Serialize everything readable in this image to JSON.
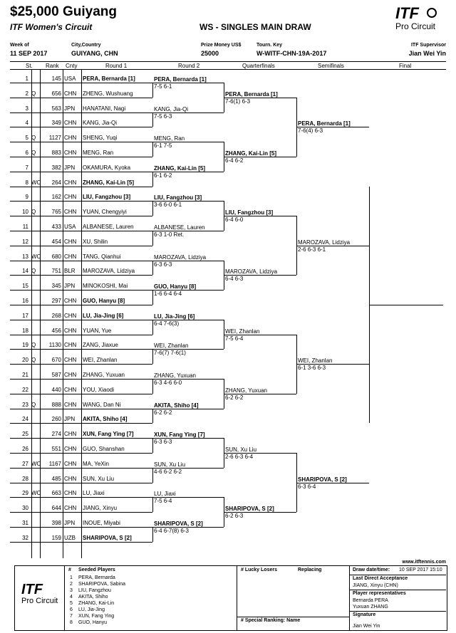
{
  "header": {
    "title": "$25,000 Guiyang",
    "subtitle": "ITF Women's Circuit",
    "draw_title": "WS - SINGLES MAIN DRAW",
    "logo_itf": "ITF",
    "logo_pc": "Pro Circuit",
    "week_of_label": "Week of",
    "week_of": "11 SEP 2017",
    "city_label": "City,Country",
    "city": "GUIYANG, CHN",
    "prize_label": "Prize Money US$",
    "prize": "25000",
    "key_label": "Tourn. Key",
    "key": "W-WITF-CHN-19A-2017",
    "supervisor_label": "ITF Supervisor",
    "supervisor": "Jian Wei Yin"
  },
  "columns": {
    "st": "St.",
    "rank": "Rank",
    "cnty": "Cnty",
    "r1": "Round 1",
    "r2": "Round 2",
    "qf": "Quarterfinals",
    "sf": "Semifinals",
    "final": "Final"
  },
  "players": [
    {
      "n": "1",
      "st": "",
      "rank": "145",
      "cnty": "USA",
      "name": "PERA, Bernarda [1]",
      "seed": true
    },
    {
      "n": "2",
      "st": "Q",
      "rank": "656",
      "cnty": "CHN",
      "name": "ZHENG, Wushuang",
      "seed": false
    },
    {
      "n": "3",
      "st": "",
      "rank": "563",
      "cnty": "JPN",
      "name": "HANATANI, Nagi",
      "seed": false
    },
    {
      "n": "4",
      "st": "",
      "rank": "349",
      "cnty": "CHN",
      "name": "KANG, Jia-Qi",
      "seed": false
    },
    {
      "n": "5",
      "st": "Q",
      "rank": "1127",
      "cnty": "CHN",
      "name": "SHENG, Yuqi",
      "seed": false
    },
    {
      "n": "6",
      "st": "Q",
      "rank": "883",
      "cnty": "CHN",
      "name": "MENG, Ran",
      "seed": false
    },
    {
      "n": "7",
      "st": "",
      "rank": "382",
      "cnty": "JPN",
      "name": "OKAMURA, Kyoka",
      "seed": false
    },
    {
      "n": "8",
      "st": "WC",
      "rank": "264",
      "cnty": "CHN",
      "name": "ZHANG, Kai-Lin [5]",
      "seed": true
    },
    {
      "n": "9",
      "st": "",
      "rank": "162",
      "cnty": "CHN",
      "name": "LIU, Fangzhou [3]",
      "seed": true
    },
    {
      "n": "10",
      "st": "Q",
      "rank": "765",
      "cnty": "CHN",
      "name": "YUAN, Chengyiyi",
      "seed": false
    },
    {
      "n": "11",
      "st": "",
      "rank": "433",
      "cnty": "USA",
      "name": "ALBANESE, Lauren",
      "seed": false
    },
    {
      "n": "12",
      "st": "",
      "rank": "454",
      "cnty": "CHN",
      "name": "XU, Shilin",
      "seed": false
    },
    {
      "n": "13",
      "st": "WC",
      "rank": "680",
      "cnty": "CHN",
      "name": "TANG, Qianhui",
      "seed": false
    },
    {
      "n": "14",
      "st": "Q",
      "rank": "751",
      "cnty": "BLR",
      "name": "MAROZAVA, Lidziya",
      "seed": false
    },
    {
      "n": "15",
      "st": "",
      "rank": "345",
      "cnty": "JPN",
      "name": "MINOKOSHI, Mai",
      "seed": false
    },
    {
      "n": "16",
      "st": "",
      "rank": "297",
      "cnty": "CHN",
      "name": "GUO, Hanyu [8]",
      "seed": true
    },
    {
      "n": "17",
      "st": "",
      "rank": "268",
      "cnty": "CHN",
      "name": "LU, Jia-Jing [6]",
      "seed": true
    },
    {
      "n": "18",
      "st": "",
      "rank": "456",
      "cnty": "CHN",
      "name": "YUAN, Yue",
      "seed": false
    },
    {
      "n": "19",
      "st": "Q",
      "rank": "1130",
      "cnty": "CHN",
      "name": "ZANG, Jiaxue",
      "seed": false
    },
    {
      "n": "20",
      "st": "Q",
      "rank": "670",
      "cnty": "CHN",
      "name": "WEI, Zhanlan",
      "seed": false
    },
    {
      "n": "21",
      "st": "",
      "rank": "587",
      "cnty": "CHN",
      "name": "ZHANG, Yuxuan",
      "seed": false
    },
    {
      "n": "22",
      "st": "",
      "rank": "440",
      "cnty": "CHN",
      "name": "YOU, Xiaodi",
      "seed": false
    },
    {
      "n": "23",
      "st": "Q",
      "rank": "888",
      "cnty": "CHN",
      "name": "WANG, Dan Ni",
      "seed": false
    },
    {
      "n": "24",
      "st": "",
      "rank": "260",
      "cnty": "JPN",
      "name": "AKITA, Shiho [4]",
      "seed": true
    },
    {
      "n": "25",
      "st": "",
      "rank": "274",
      "cnty": "CHN",
      "name": "XUN, Fang Ying [7]",
      "seed": true
    },
    {
      "n": "26",
      "st": "",
      "rank": "551",
      "cnty": "CHN",
      "name": "GUO, Shanshan",
      "seed": false
    },
    {
      "n": "27",
      "st": "WC",
      "rank": "1167",
      "cnty": "CHN",
      "name": "MA, YeXin",
      "seed": false
    },
    {
      "n": "28",
      "st": "",
      "rank": "485",
      "cnty": "CHN",
      "name": "SUN, Xu Liu",
      "seed": false
    },
    {
      "n": "29",
      "st": "WC",
      "rank": "663",
      "cnty": "CHN",
      "name": "LU, Jiaxi",
      "seed": false
    },
    {
      "n": "30",
      "st": "",
      "rank": "644",
      "cnty": "CHN",
      "name": "JIANG, Xinyu",
      "seed": false
    },
    {
      "n": "31",
      "st": "",
      "rank": "398",
      "cnty": "JPN",
      "name": "INOUE, Miyabi",
      "seed": false
    },
    {
      "n": "32",
      "st": "",
      "rank": "159",
      "cnty": "UZB",
      "name": "SHARIPOVA, S [2]",
      "seed": true
    }
  ],
  "round2": [
    {
      "name": "PERA, Bernarda [1]",
      "score": "7-5 6-1",
      "seed": true
    },
    {
      "name": "KANG, Jia-Qi",
      "score": "7-5 6-3",
      "seed": false
    },
    {
      "name": "MENG, Ran",
      "score": "6-1 7-5",
      "seed": false
    },
    {
      "name": "ZHANG, Kai-Lin [5]",
      "score": "6-1 6-2",
      "seed": true
    },
    {
      "name": "LIU, Fangzhou [3]",
      "score": "3-6 6-0 6-1",
      "seed": true
    },
    {
      "name": "ALBANESE, Lauren",
      "score": "6-3 1-0 Ret.",
      "seed": false
    },
    {
      "name": "MAROZAVA, Lidziya",
      "score": "6-3 6-3",
      "seed": false
    },
    {
      "name": "GUO, Hanyu [8]",
      "score": "1-6 6-4 6-4",
      "seed": true
    },
    {
      "name": "LU, Jia-Jing [6]",
      "score": "6-4 7-6(3)",
      "seed": true
    },
    {
      "name": "WEI, Zhanlan",
      "score": "7-6(7) 7-6(1)",
      "seed": false
    },
    {
      "name": "ZHANG, Yuxuan",
      "score": "6-3 4-6 6-0",
      "seed": false
    },
    {
      "name": "AKITA, Shiho [4]",
      "score": "6-2 6-2",
      "seed": true
    },
    {
      "name": "XUN, Fang Ying [7]",
      "score": "6-3 6-3",
      "seed": true
    },
    {
      "name": "SUN, Xu Liu",
      "score": "4-6 6-2 6-2",
      "seed": false
    },
    {
      "name": "LU, Jiaxi",
      "score": "7-5 6-4",
      "seed": false
    },
    {
      "name": "SHARIPOVA, S [2]",
      "score": "6-4 6-7(8) 6-3",
      "seed": true
    }
  ],
  "quarterfinals": [
    {
      "name": "PERA, Bernarda [1]",
      "score": "7-6(1) 6-3",
      "seed": true
    },
    {
      "name": "ZHANG, Kai-Lin [5]",
      "score": "6-4 6-2",
      "seed": true
    },
    {
      "name": "LIU, Fangzhou [3]",
      "score": "6-4 6-0",
      "seed": true
    },
    {
      "name": "MAROZAVA, Lidziya",
      "score": "6-4 6-3",
      "seed": false
    },
    {
      "name": "WEI, Zhanlan",
      "score": "7-5 6-4",
      "seed": false
    },
    {
      "name": "ZHANG, Yuxuan",
      "score": "6-2 6-2",
      "seed": false
    },
    {
      "name": "SUN, Xu Liu",
      "score": "2-6 6-3 6-4",
      "seed": false
    },
    {
      "name": "SHARIPOVA, S [2]",
      "score": "6-2 6-3",
      "seed": true
    }
  ],
  "semifinals": [
    {
      "name": "PERA, Bernarda [1]",
      "score": "7-6(4) 6-3",
      "seed": true
    },
    {
      "name": "MAROZAVA, Lidziya",
      "score": "2-6 6-3 6-1",
      "seed": false
    },
    {
      "name": "WEI, Zhanlan",
      "score": "6-1 3-6 6-3",
      "seed": false
    },
    {
      "name": "SHARIPOVA, S [2]",
      "score": "6-3 6-4",
      "seed": true
    }
  ],
  "footer": {
    "website": "www.itftennis.com",
    "seeded_title": "Seeded Players",
    "hash": "#",
    "seeded": [
      {
        "n": "1",
        "name": "PERA, Bernarda"
      },
      {
        "n": "2",
        "name": "SHARIPOVA, Sabina"
      },
      {
        "n": "3",
        "name": "LIU, Fangzhou"
      },
      {
        "n": "4",
        "name": "AKITA, Shiho"
      },
      {
        "n": "5",
        "name": "ZHANG, Kai-Lin"
      },
      {
        "n": "6",
        "name": "LU, Jia-Jing"
      },
      {
        "n": "7",
        "name": "XUN, Fang Ying"
      },
      {
        "n": "8",
        "name": "GUO, Hanyu"
      }
    ],
    "lucky_losers": "# Lucky Losers",
    "replacing": "Replacing",
    "special_ranking": "# Special Ranking: Name",
    "draw_date_label": "Draw date/time:",
    "draw_date": "10 SEP 2017 15:10",
    "last_da_label": "Last Direct Acceptance",
    "last_da": "JIANG, Xinyu (CHN)",
    "reps_label": "Player representatives",
    "rep1": "Bernarda PERA",
    "rep2": "Yuxuan ZHANG",
    "signature_label": "Signature",
    "signature": "Jian Wei Yin"
  }
}
